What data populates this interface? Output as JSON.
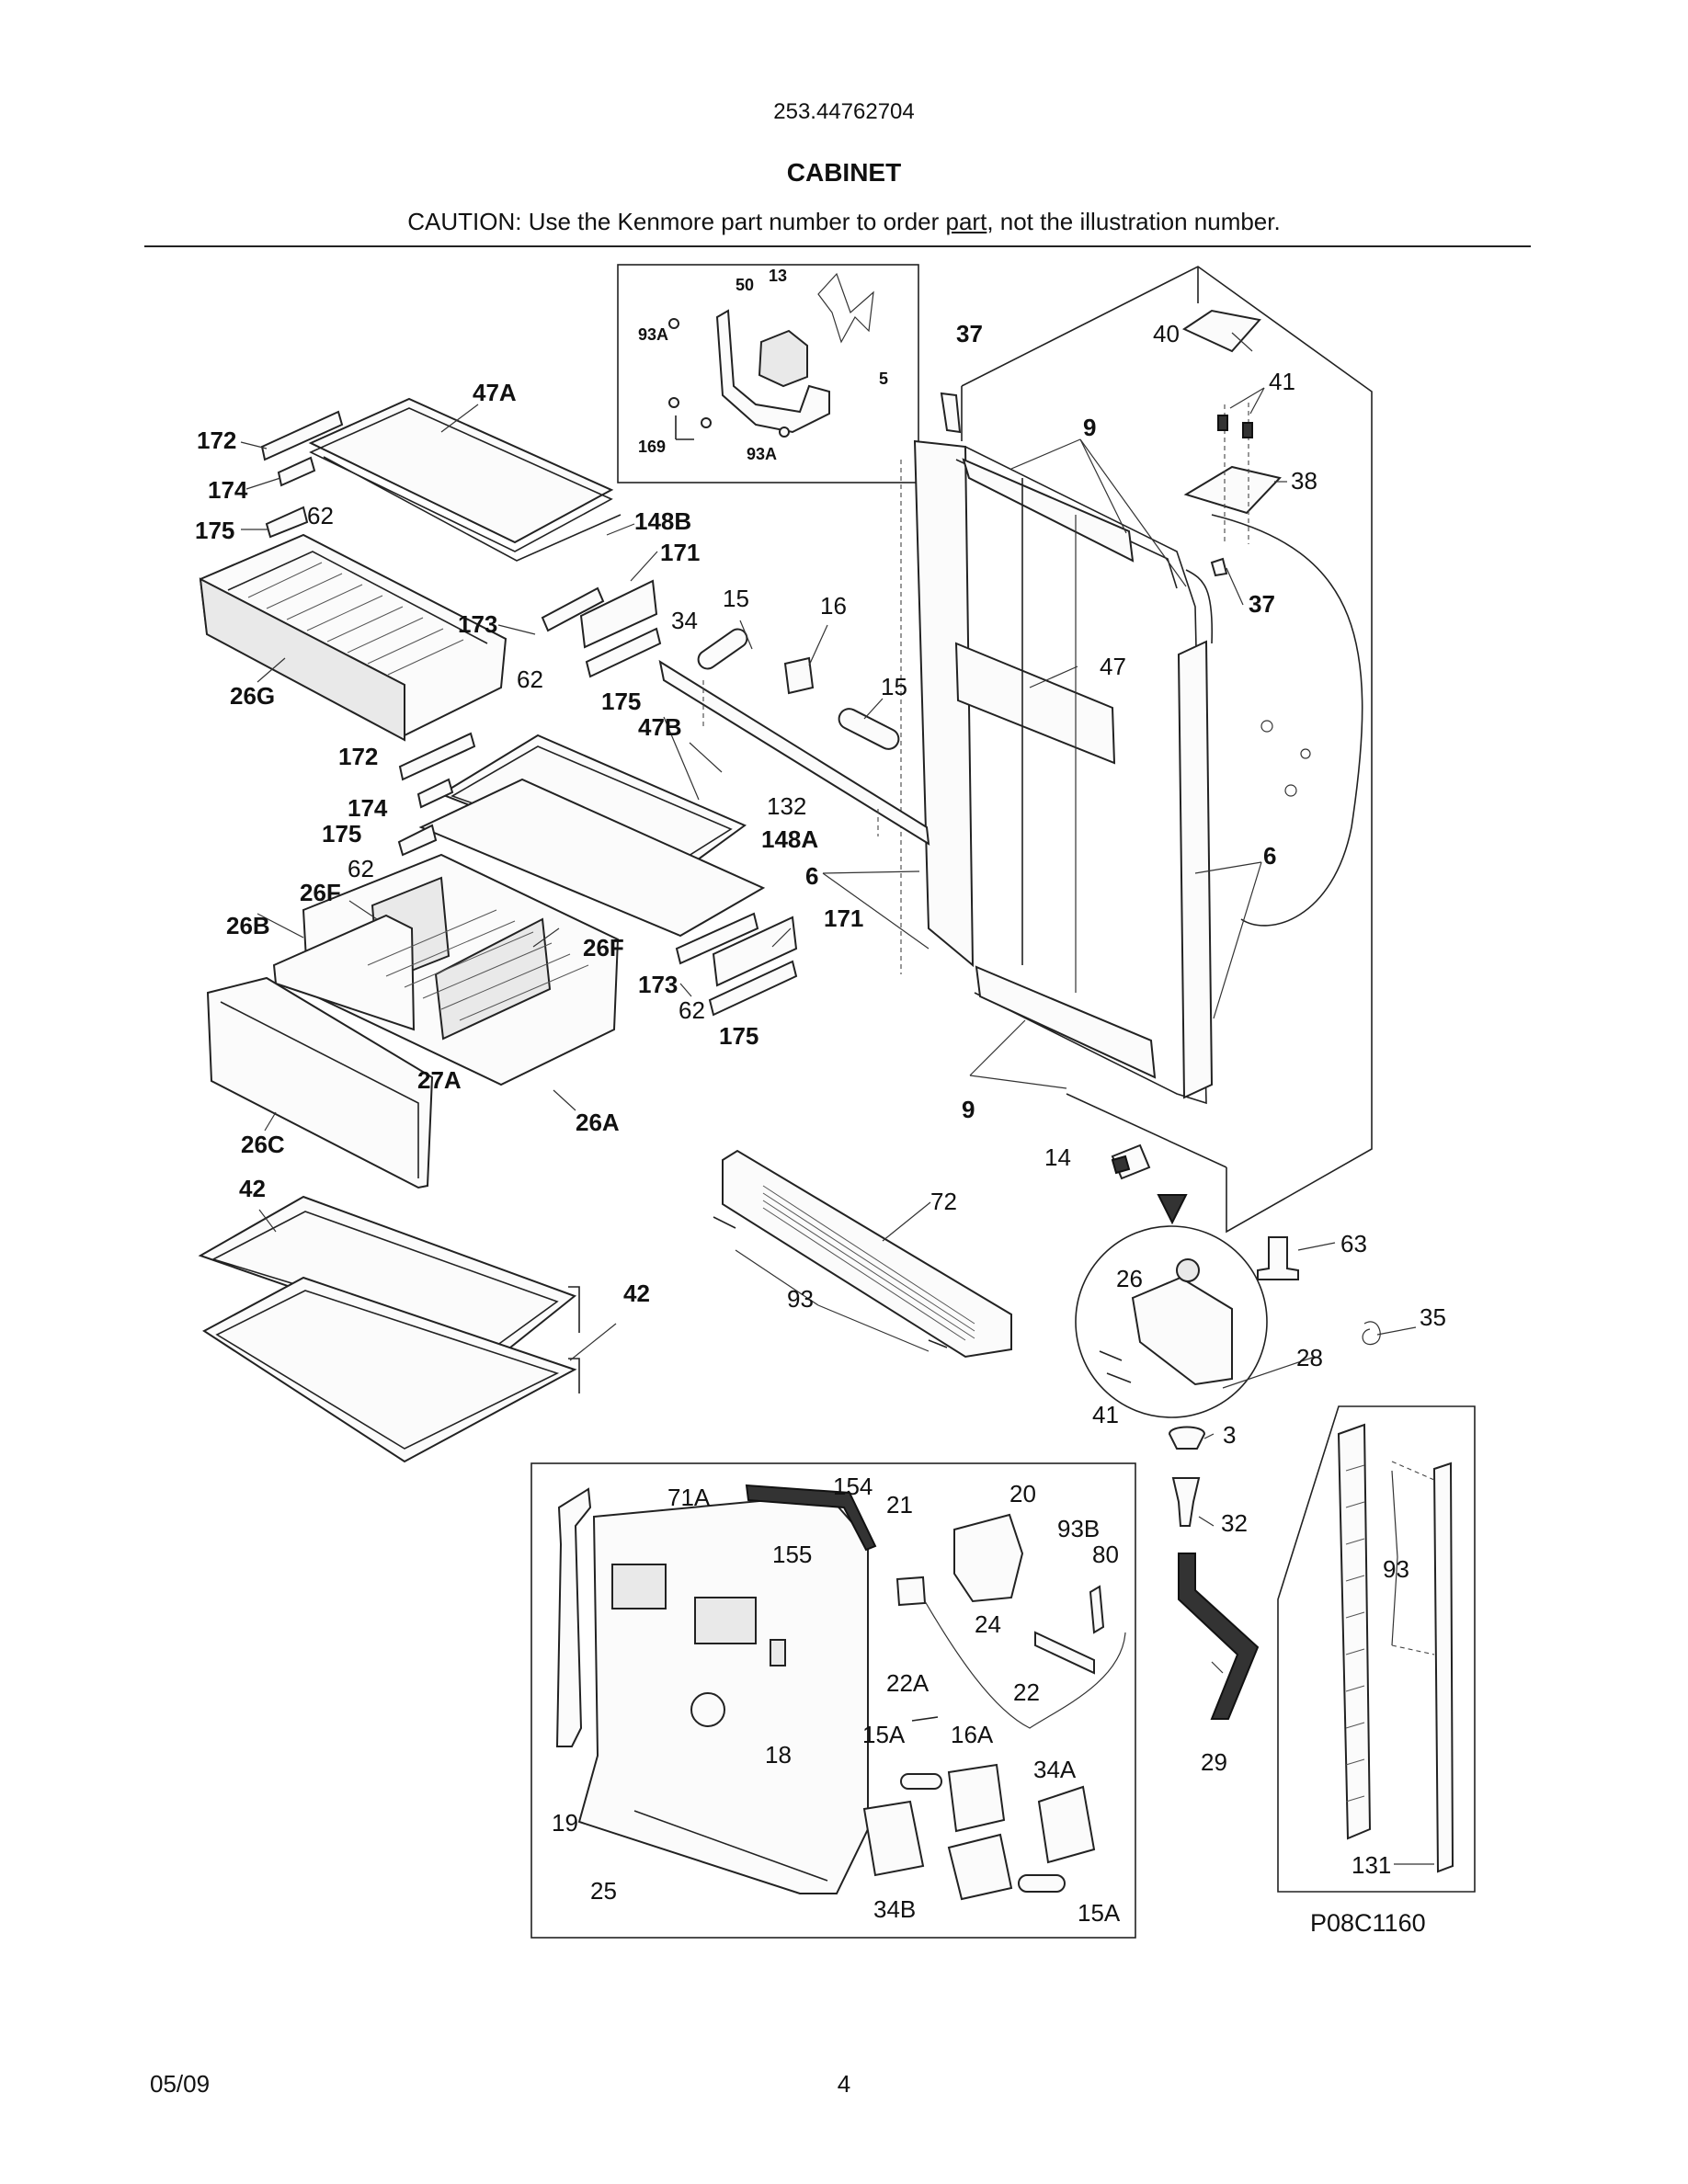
{
  "header": {
    "model_number": "253.44762704",
    "section_title": "CABINET",
    "caution_prefix": "CAUTION: Use the Kenmore part number to order ",
    "caution_link": "part",
    "caution_suffix": ", not the illustration number."
  },
  "footer": {
    "date": "05/09",
    "page_number": "4",
    "figure_code": "P08C1160"
  },
  "callouts": {
    "c50": "50",
    "c13": "13",
    "c93A_1": "93A",
    "c5": "5",
    "c169": "169",
    "c93A_2": "93A",
    "c37_top": "37",
    "c40": "40",
    "c41_top": "41",
    "c9_top": "9",
    "c38": "38",
    "c37_right": "37",
    "c47A": "47A",
    "c172_1": "172",
    "c174_1": "174",
    "c175_1": "175",
    "c62_1": "62",
    "c148B": "148B",
    "c171_1": "171",
    "c15_1": "15",
    "c16": "16",
    "c34": "34",
    "c173_1": "173",
    "c62_2": "62",
    "c15_2": "15",
    "c47": "47",
    "c26G": "26G",
    "c175_2": "175",
    "c47B": "47B",
    "c172_2": "172",
    "c174_2": "174",
    "c175_3": "175",
    "c132": "132",
    "c148A": "148A",
    "c62_3": "62",
    "c6_left": "6",
    "c6_right": "6",
    "c26F_1": "26F",
    "c171_2": "171",
    "c26B": "26B",
    "c26F_2": "26F",
    "c173_2": "173",
    "c62_4": "62",
    "c175_4": "175",
    "c27A": "27A",
    "c9_bottom": "9",
    "c26C": "26C",
    "c26A": "26A",
    "c14": "14",
    "c42_1": "42",
    "c72": "72",
    "c63": "63",
    "c26": "26",
    "c42_2": "42",
    "c93_1": "93",
    "c35": "35",
    "c28": "28",
    "c41_bottom": "41",
    "c3": "3",
    "c71A": "71A",
    "c154": "154",
    "c21": "21",
    "c20": "20",
    "c93B": "93B",
    "c155": "155",
    "c80": "80",
    "c32": "32",
    "c93_2": "93",
    "c24": "24",
    "c22A": "22A",
    "c22": "22",
    "c18": "18",
    "c15A_1": "15A",
    "c16A": "16A",
    "c34A": "34A",
    "c29": "29",
    "c19": "19",
    "c25": "25",
    "c34B": "34B",
    "c15A_2": "15A",
    "c131": "131"
  }
}
